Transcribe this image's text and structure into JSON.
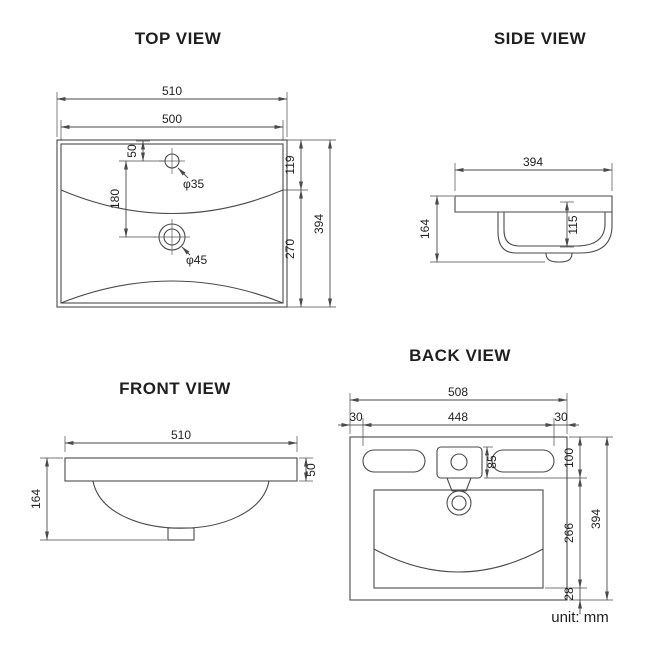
{
  "page": {
    "unit_label": "unit: mm"
  },
  "views": {
    "top": {
      "title": "TOP VIEW",
      "dims": {
        "outer_width": "510",
        "inner_width": "500",
        "faucet_offset": "50",
        "faucet_to_drain": "180",
        "rim_to_bowl": "119",
        "bowl_length": "270",
        "total_depth": "394",
        "faucet_hole_dia": "φ35",
        "drain_hole_dia": "φ45"
      }
    },
    "side": {
      "title": "SIDE VIEW",
      "dims": {
        "depth": "394",
        "height": "164",
        "basin_inner_depth": "115"
      }
    },
    "front": {
      "title": "FRONT VIEW",
      "dims": {
        "width": "510",
        "rim_thickness": "50",
        "height": "164"
      }
    },
    "back": {
      "title": "BACK VIEW",
      "dims": {
        "width": "508",
        "left_margin": "30",
        "slot_span": "448",
        "right_margin": "30",
        "overflow_height": "85",
        "top_section": "100",
        "middle_section": "266",
        "bottom_section": "28",
        "total_height": "394"
      }
    }
  }
}
